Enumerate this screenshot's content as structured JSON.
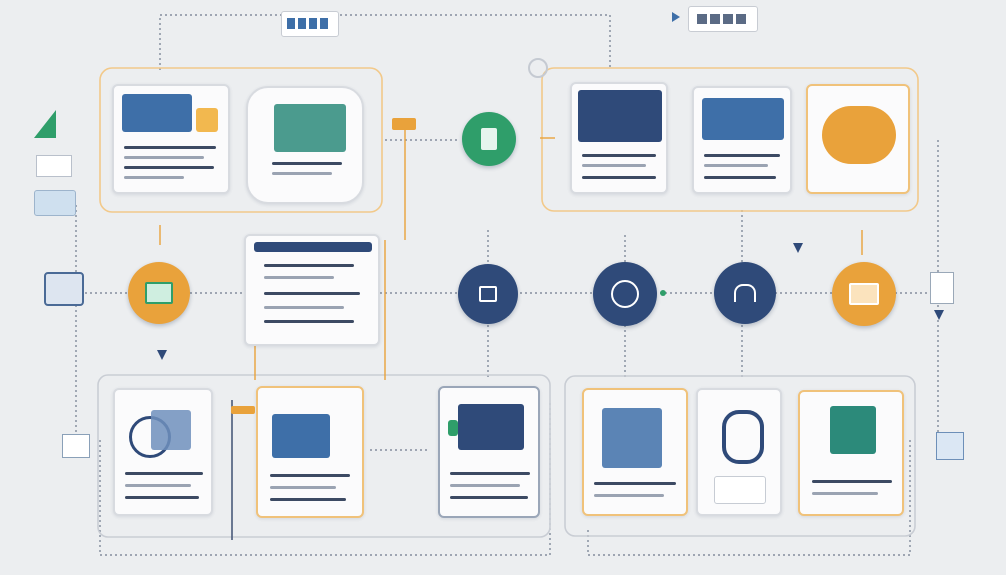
{
  "diagram": {
    "colors": {
      "background": "#eceef0",
      "navy": "#2f4a79",
      "blue": "#3e6fa8",
      "orange": "#e9a23b",
      "green": "#2f9e6a",
      "teal": "#2c8a7a",
      "connector": "#6f7a8c",
      "frame_orange": "#f2c98a",
      "frame_gray": "#c9cdd4"
    },
    "nodes": [
      {
        "id": "n1",
        "icon": "folder-icon",
        "color": "orange"
      },
      {
        "id": "n2",
        "icon": "document-icon",
        "color": "green"
      },
      {
        "id": "n3",
        "icon": "lock-icon",
        "color": "navy"
      },
      {
        "id": "n4",
        "icon": "fingerprint-shield-icon",
        "color": "navy"
      },
      {
        "id": "n5",
        "icon": "home-icon",
        "color": "navy"
      },
      {
        "id": "n6",
        "icon": "card-icon",
        "color": "orange"
      }
    ],
    "cards": [
      {
        "id": "c-top-1",
        "icon": "dashboard-window-icon"
      },
      {
        "id": "c-top-2",
        "icon": "stacked-documents-icon"
      },
      {
        "id": "c-mid",
        "icon": "list-window-icon"
      },
      {
        "id": "c-top-r1",
        "icon": "browser-window-icon"
      },
      {
        "id": "c-top-r2",
        "icon": "browser-window-icon"
      },
      {
        "id": "c-top-r3",
        "icon": "cloud-folder-icon"
      },
      {
        "id": "c-bot-1",
        "icon": "globe-server-icon"
      },
      {
        "id": "c-bot-2",
        "icon": "server-stack-icon"
      },
      {
        "id": "c-bot-3",
        "icon": "monitor-icon"
      },
      {
        "id": "c-bot-4",
        "icon": "building-icon"
      },
      {
        "id": "c-bot-5",
        "icon": "padlock-icon"
      },
      {
        "id": "c-bot-6",
        "icon": "house-shield-icon"
      }
    ]
  }
}
